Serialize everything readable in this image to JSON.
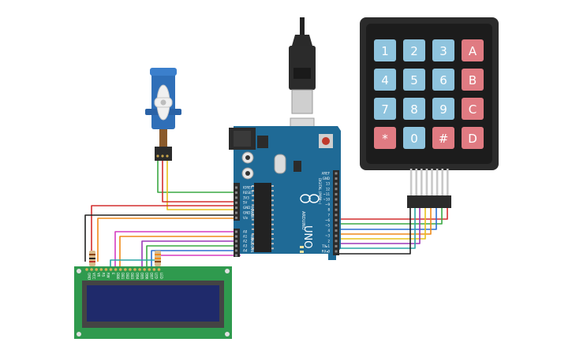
{
  "arduino": {
    "brand": "ARDUINO",
    "model": "UNO",
    "digital_header": "DIGITAL (PWM~)",
    "power_header": "POWER",
    "analog_header": "ANALOG IN",
    "power_pins": [
      "IOREF",
      "RESET",
      "3V3",
      "5V",
      "GND",
      "GND",
      "Vin"
    ],
    "analog_pins": [
      "A0",
      "A1",
      "A2",
      "A3",
      "A4",
      "A5"
    ],
    "digital_pins": [
      "AREF",
      "GND",
      "13",
      "12",
      "~11",
      "~10",
      "~9",
      "8",
      "7",
      "~6",
      "~5",
      "4",
      "~3",
      "2",
      "TX▸1",
      "RX◂0"
    ]
  },
  "keypad": {
    "rows": [
      [
        {
          "label": "1",
          "kind": "num"
        },
        {
          "label": "2",
          "kind": "num"
        },
        {
          "label": "3",
          "kind": "num"
        },
        {
          "label": "A",
          "kind": "letter"
        }
      ],
      [
        {
          "label": "4",
          "kind": "num"
        },
        {
          "label": "5",
          "kind": "num"
        },
        {
          "label": "6",
          "kind": "num"
        },
        {
          "label": "B",
          "kind": "letter"
        }
      ],
      [
        {
          "label": "7",
          "kind": "num"
        },
        {
          "label": "8",
          "kind": "num"
        },
        {
          "label": "9",
          "kind": "num"
        },
        {
          "label": "C",
          "kind": "letter"
        }
      ],
      [
        {
          "label": "*",
          "kind": "letter"
        },
        {
          "label": "0",
          "kind": "num"
        },
        {
          "label": "#",
          "kind": "letter"
        },
        {
          "label": "D",
          "kind": "letter"
        }
      ]
    ]
  },
  "colors": {
    "board": "#1f6a96",
    "board_dark": "#17557a",
    "keypad_body": "#2b2b2b",
    "key_num": "#8fc4de",
    "key_letter": "#e07b82",
    "lcd_pcb": "#2f9a4e",
    "lcd_screen": "#1f2a6b",
    "servo": "#2f6fb8",
    "wire_red": "#d32f2f",
    "wire_black": "#222222",
    "wire_green": "#3aa843",
    "wire_yellow": "#e8c21b",
    "wire_orange": "#ef8a1a",
    "wire_purple": "#9b39b8",
    "wire_magenta": "#d63cc0",
    "wire_blue": "#2c6fd1",
    "wire_teal": "#2aa5a5"
  },
  "lcd": {
    "pin_labels": [
      "GND",
      "VCC",
      "V0",
      "RS",
      "RW",
      "E",
      "DB0",
      "DB1",
      "DB2",
      "DB3",
      "DB4",
      "DB5",
      "DB6",
      "DB7",
      "LED",
      "LED"
    ]
  }
}
